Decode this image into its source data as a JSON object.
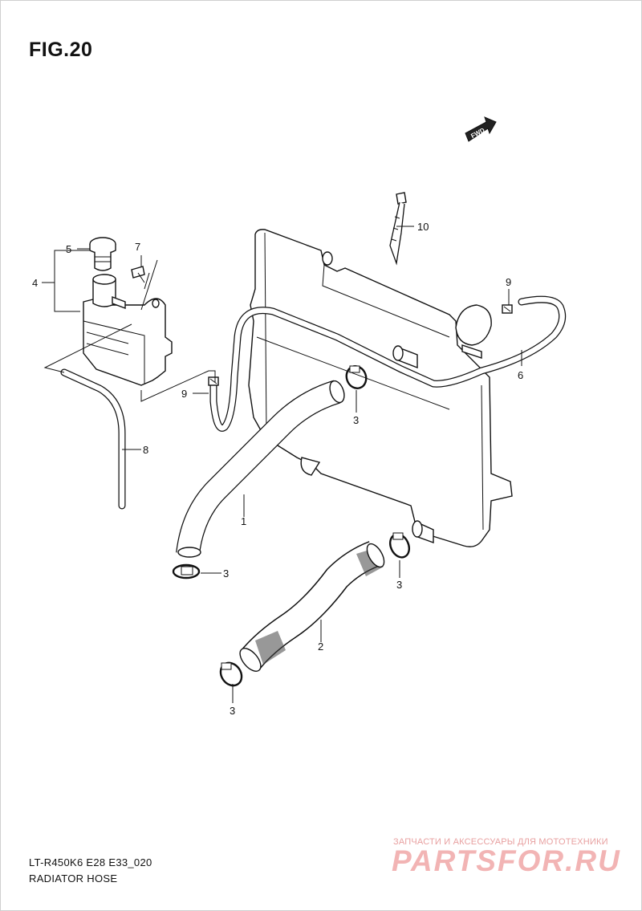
{
  "figure": {
    "title": "FIG.20",
    "model_code": "LT-R450K6 E28 E33_020",
    "caption": "RADIATOR HOSE",
    "direction_badge": "FWD"
  },
  "callouts": {
    "c1": "1",
    "c2": "2",
    "c3a": "3",
    "c3b": "3",
    "c3c": "3",
    "c3d": "3",
    "c4": "4",
    "c5": "5",
    "c6": "6",
    "c7": "7",
    "c8": "8",
    "c9a": "9",
    "c9b": "9",
    "c10": "10"
  },
  "watermark": {
    "tagline": "ЗАПЧАСТИ И АКСЕССУАРЫ ДЛЯ МОТОТЕХНИКИ",
    "brand": "PARTSFOR.RU"
  }
}
